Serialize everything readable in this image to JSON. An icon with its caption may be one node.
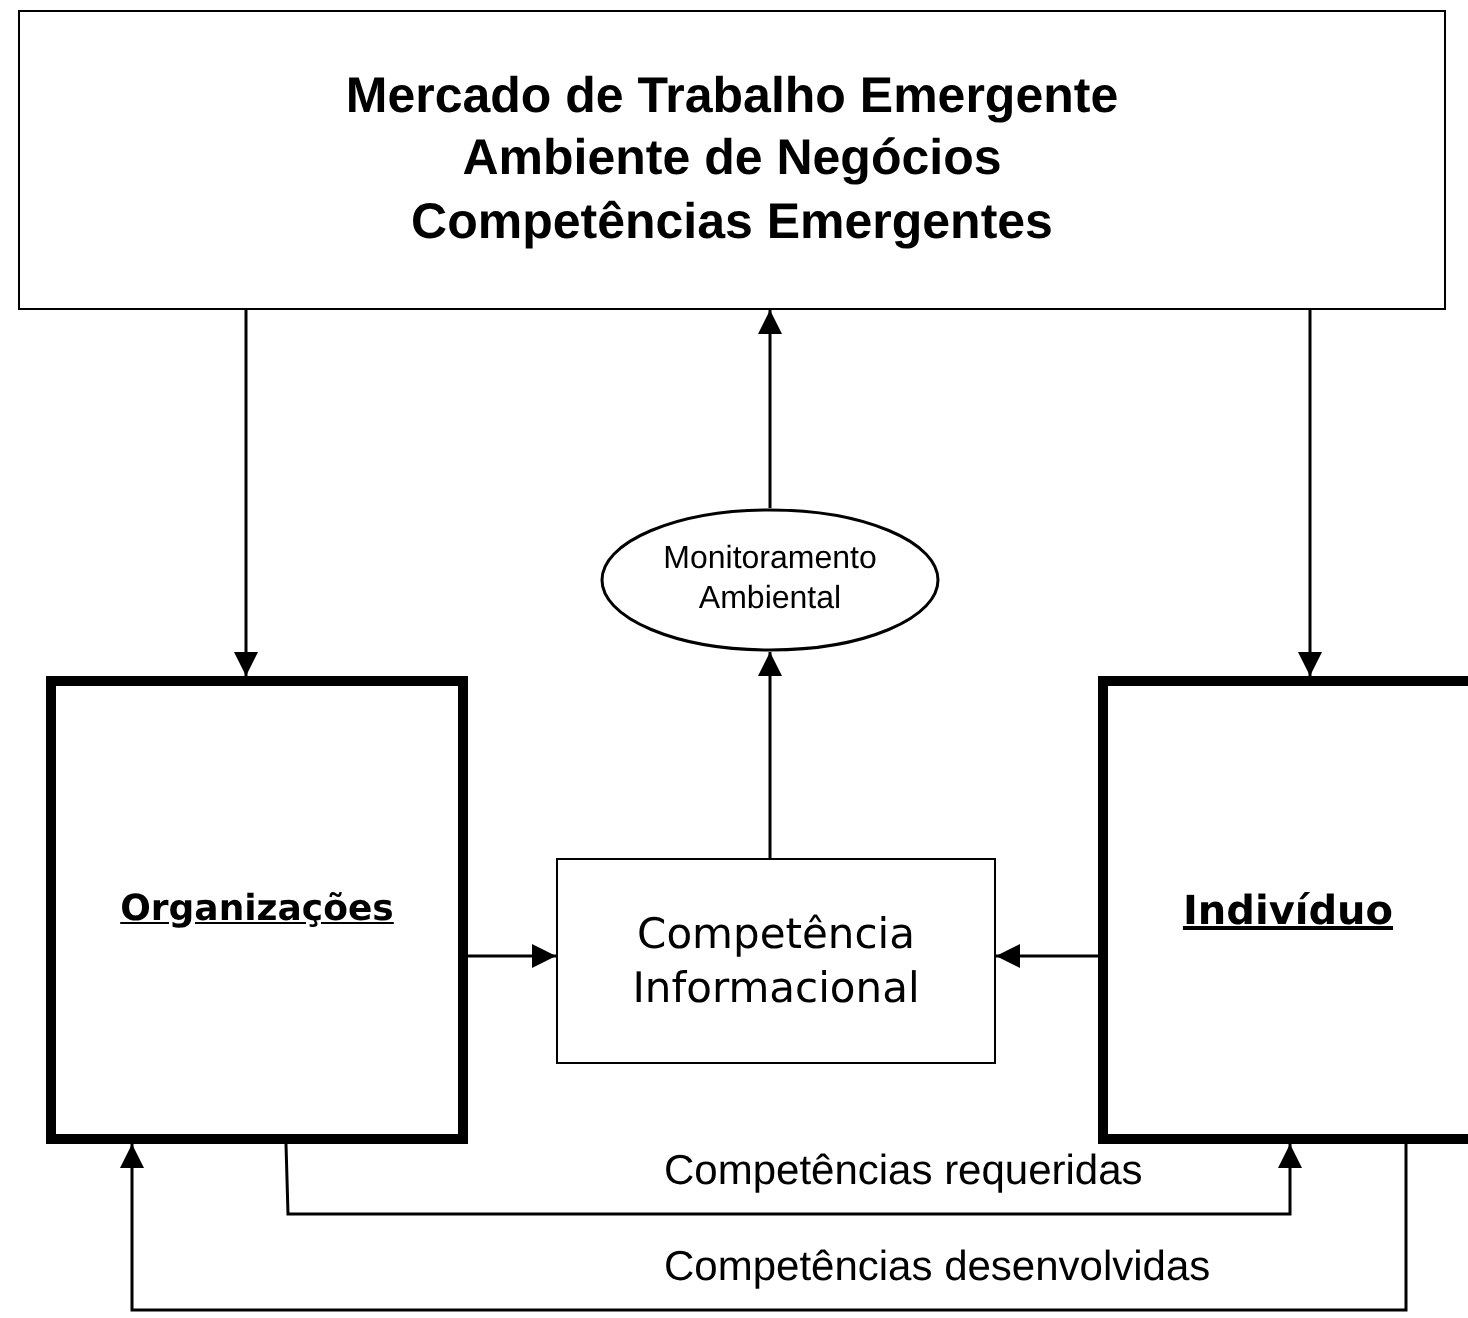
{
  "diagram": {
    "nodes": [
      {
        "text": [
          "Mercado de Trabalho Emergente",
          "Ambiente de Negócios",
          "Competências Emergentes"
        ]
      },
      {
        "text": [
          "Monitoramento Ambiental"
        ]
      },
      {
        "text": [
          "Organizações"
        ]
      },
      {
        "text": [
          "Competência Informacional"
        ]
      },
      {
        "text": [
          "Indivíduo"
        ]
      }
    ],
    "edges": [
      {
        "from": 0,
        "to": 2,
        "arrow": "to"
      },
      {
        "from": 0,
        "to": 4,
        "arrow": "to"
      },
      {
        "from": 1,
        "to": 0,
        "arrow": "to"
      },
      {
        "from": 3,
        "to": 1,
        "arrow": "to"
      },
      {
        "from": 2,
        "to": 3,
        "arrow": "to"
      },
      {
        "from": 4,
        "to": 3,
        "arrow": "to"
      },
      {
        "from": 2,
        "to": 4,
        "arrow": "to",
        "label": "Competências requeridas"
      },
      {
        "from": 4,
        "to": 2,
        "arrow": "to",
        "label": "Competências desenvolvidas"
      }
    ]
  }
}
